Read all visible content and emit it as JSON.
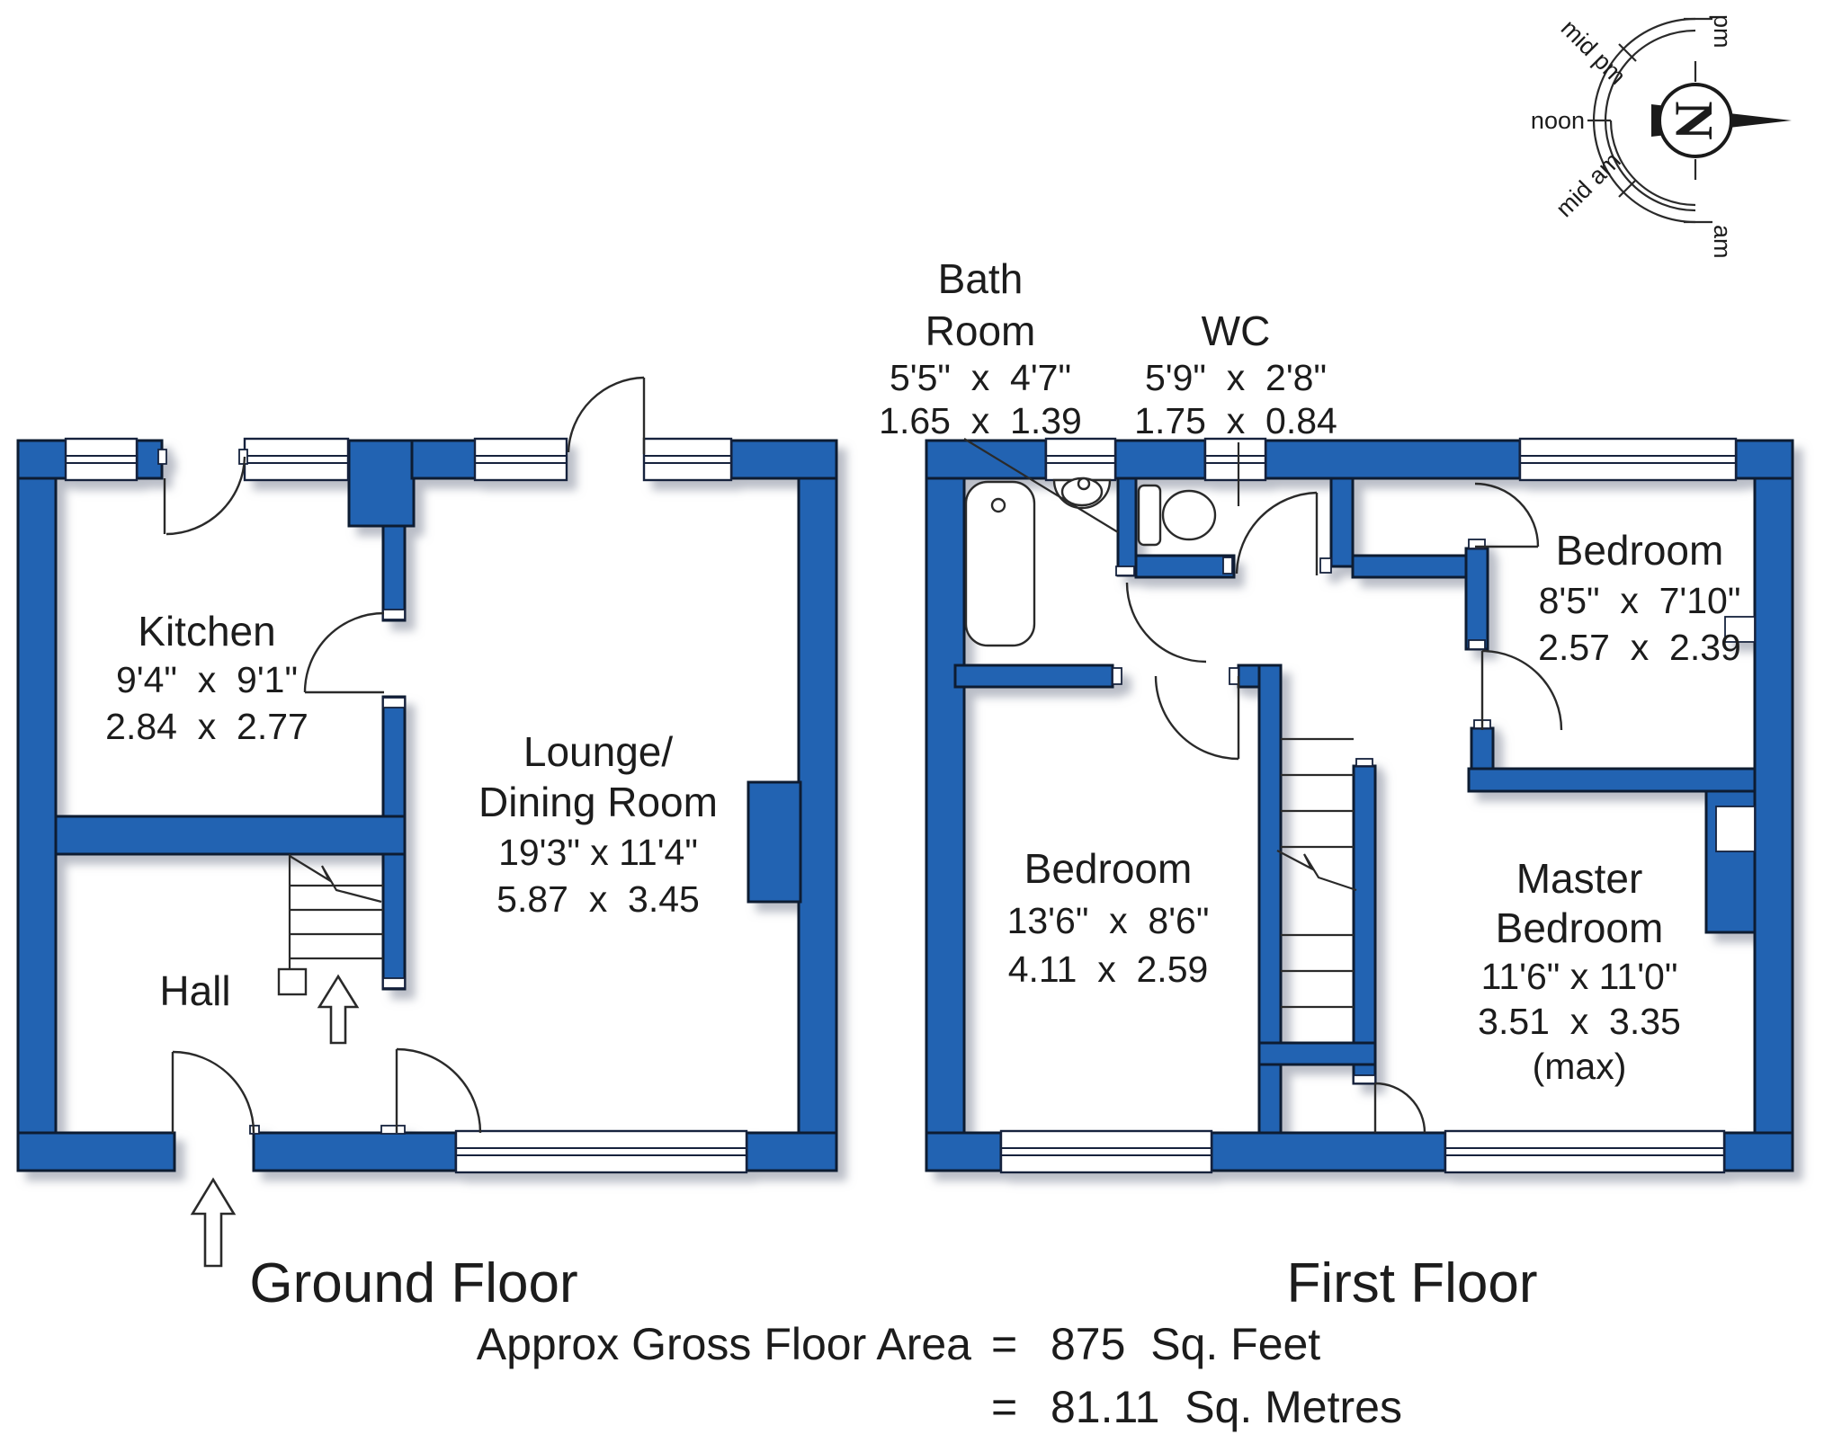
{
  "compass": {
    "north": "N",
    "pm": "pm",
    "mid_pm": "mid pm",
    "noon": "noon",
    "mid_am": "mid am",
    "am": "am"
  },
  "ground_floor": {
    "title": "Ground Floor",
    "kitchen": {
      "name": "Kitchen",
      "imperial": "9'4\"  x  9'1\"",
      "metric": "2.84  x  2.77"
    },
    "lounge": {
      "name_line1": "Lounge/",
      "name_line2": "Dining Room",
      "imperial": "19'3\" x 11'4\"",
      "metric": "5.87  x  3.45"
    },
    "hall": {
      "name": "Hall"
    }
  },
  "first_floor": {
    "title": "First Floor",
    "bathroom": {
      "name_line1": "Bath",
      "name_line2": "Room",
      "imperial": "5'5\"  x  4'7\"",
      "metric": "1.65  x  1.39"
    },
    "wc": {
      "name": "WC",
      "imperial": "5'9\"  x  2'8\"",
      "metric": "1.75  x  0.84"
    },
    "bedroom_left": {
      "name": "Bedroom",
      "imperial": "13'6\"  x  8'6\"",
      "metric": "4.11  x  2.59"
    },
    "bedroom_right": {
      "name": "Bedroom",
      "imperial": "8'5\"  x  7'10\"",
      "metric": "2.57  x  2.39"
    },
    "master": {
      "name_line1": "Master",
      "name_line2": "Bedroom",
      "imperial": "11'6\" x 11'0\"",
      "metric": "3.51  x  3.35",
      "note": "(max)"
    }
  },
  "footer": {
    "label": "Approx Gross Floor Area",
    "equals": "=",
    "imperial": "875  Sq. Feet",
    "metric": "81.11  Sq. Metres"
  }
}
